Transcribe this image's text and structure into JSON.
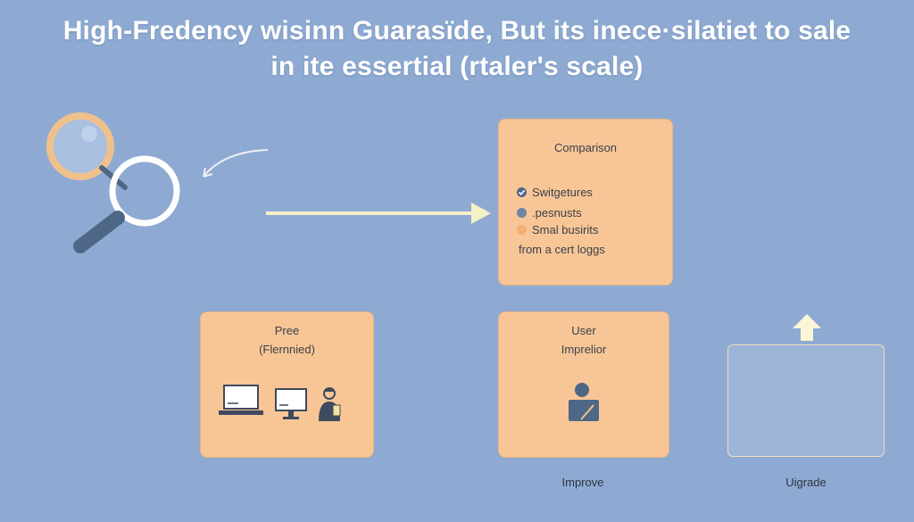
{
  "title": {
    "line1": "High-Fredency wisinn Guarasïde, But its inece·silatiet to sale",
    "line2": "in ite essertial (rtaler's scale)"
  },
  "comparison_card": {
    "heading": "Comparison",
    "items": [
      {
        "label": "Switgetures",
        "icon": "check-circle-icon"
      },
      {
        "label": ".pesnusts",
        "icon": "gray-dot-icon"
      },
      {
        "label": "Smal busirits",
        "icon": "orange-dot-icon"
      }
    ],
    "footer": "from a cert loggs"
  },
  "pree_card": {
    "line1": "Pree",
    "line2": "(Flernnied)",
    "icons": [
      "laptop-icon",
      "desktop-monitor-icon",
      "person-phone-icon"
    ]
  },
  "user_card": {
    "line1": "User",
    "line2": "Imprelior",
    "icon": "user-icon"
  },
  "captions": {
    "improve": "Improve",
    "upgrade": "Uigrade"
  },
  "colors": {
    "background": "#8eaad2",
    "card": "#f8c696",
    "arrow": "#f5f0c8",
    "icon_dark": "#4f6786"
  }
}
